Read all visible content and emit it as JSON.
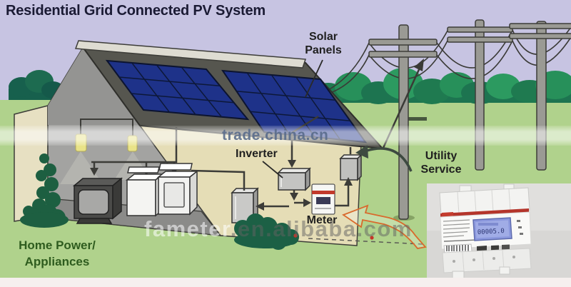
{
  "title": "Residential Grid Connected PV System",
  "labels": {
    "solar_panels": {
      "line1": "Solar",
      "line2": "Panels"
    },
    "inverter": "Inverter",
    "meter": "Meter",
    "utility_service": {
      "line1": "Utility",
      "line2": "Service"
    },
    "home_power": {
      "line1": "Home Power/",
      "line2": "Appliances"
    }
  },
  "watermarks": {
    "center": "trade.china.cn",
    "bottom_left": "fameter",
    "bottom_right": ".en.alibaba.com"
  },
  "product_photo": {
    "lcd_reading": "00005.0"
  },
  "colors": {
    "sky": "#c7c4e2",
    "grass": "#b0d28c",
    "bush_dark": "#16604f",
    "bush_light": "#2f9258",
    "panel_blue": "#1e3289",
    "roof_gray": "#56564f",
    "wall_tan": "#e5ddb6",
    "title_text": "#1a1a33",
    "home_label_green": "#2e5c1e",
    "meter_red_stripe": "#b4352b",
    "meter_lcd_blue": "#8b98dd",
    "orange_arrow": "#d9692c",
    "watermark_blue_gray": "#566a8a"
  }
}
